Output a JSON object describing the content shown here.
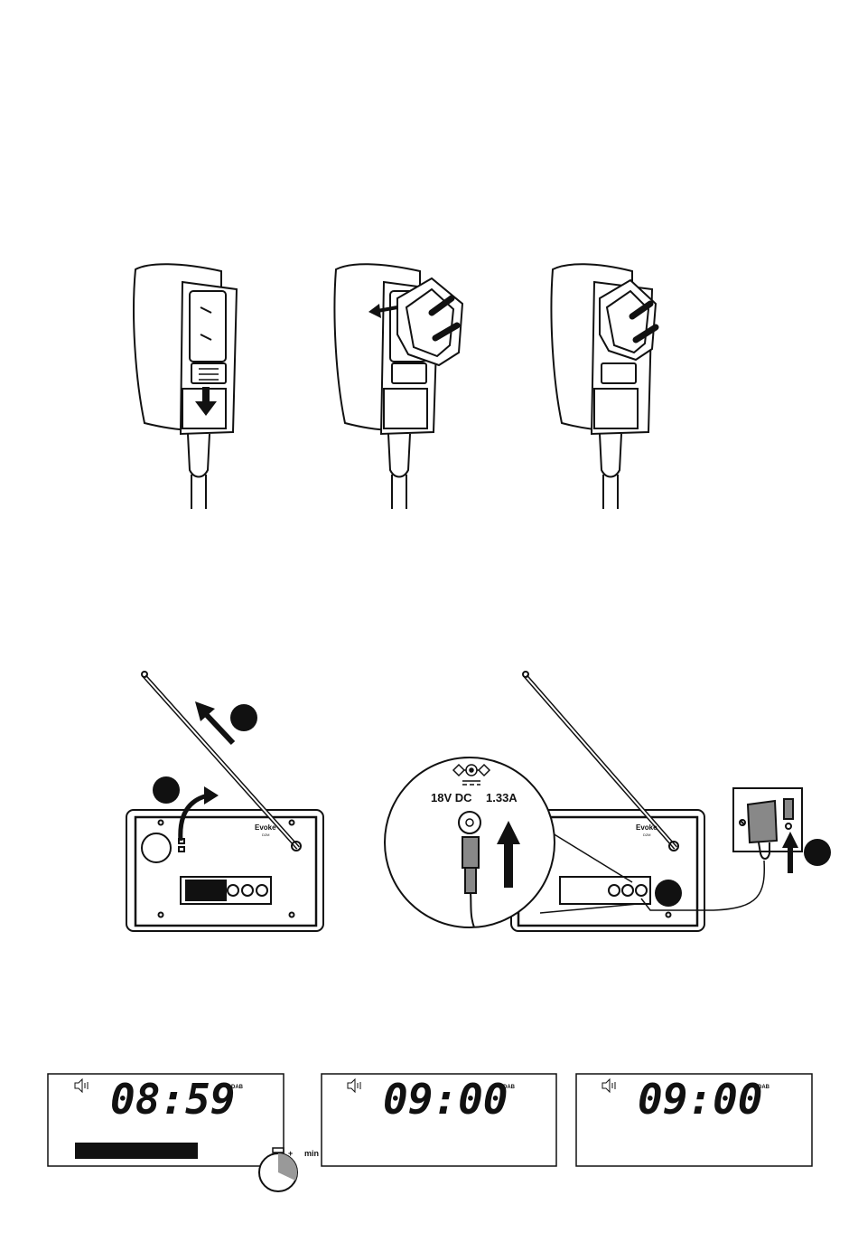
{
  "power_label": {
    "voltage": "18V DC",
    "current": "1.33A"
  },
  "radio": {
    "brand": "Evoke",
    "model": "D2M"
  },
  "min_label": "min",
  "timer_plus": "+",
  "displays": [
    {
      "volume_icon": "speaker-icon",
      "time": "08:59",
      "band": "DAB",
      "progress_bar": true
    },
    {
      "volume_icon": "speaker-icon",
      "time": "09:00",
      "band": "DAB",
      "progress_bar": false
    },
    {
      "volume_icon": "speaker-icon",
      "time": "09:00",
      "band": "DAB",
      "progress_bar": false
    }
  ]
}
